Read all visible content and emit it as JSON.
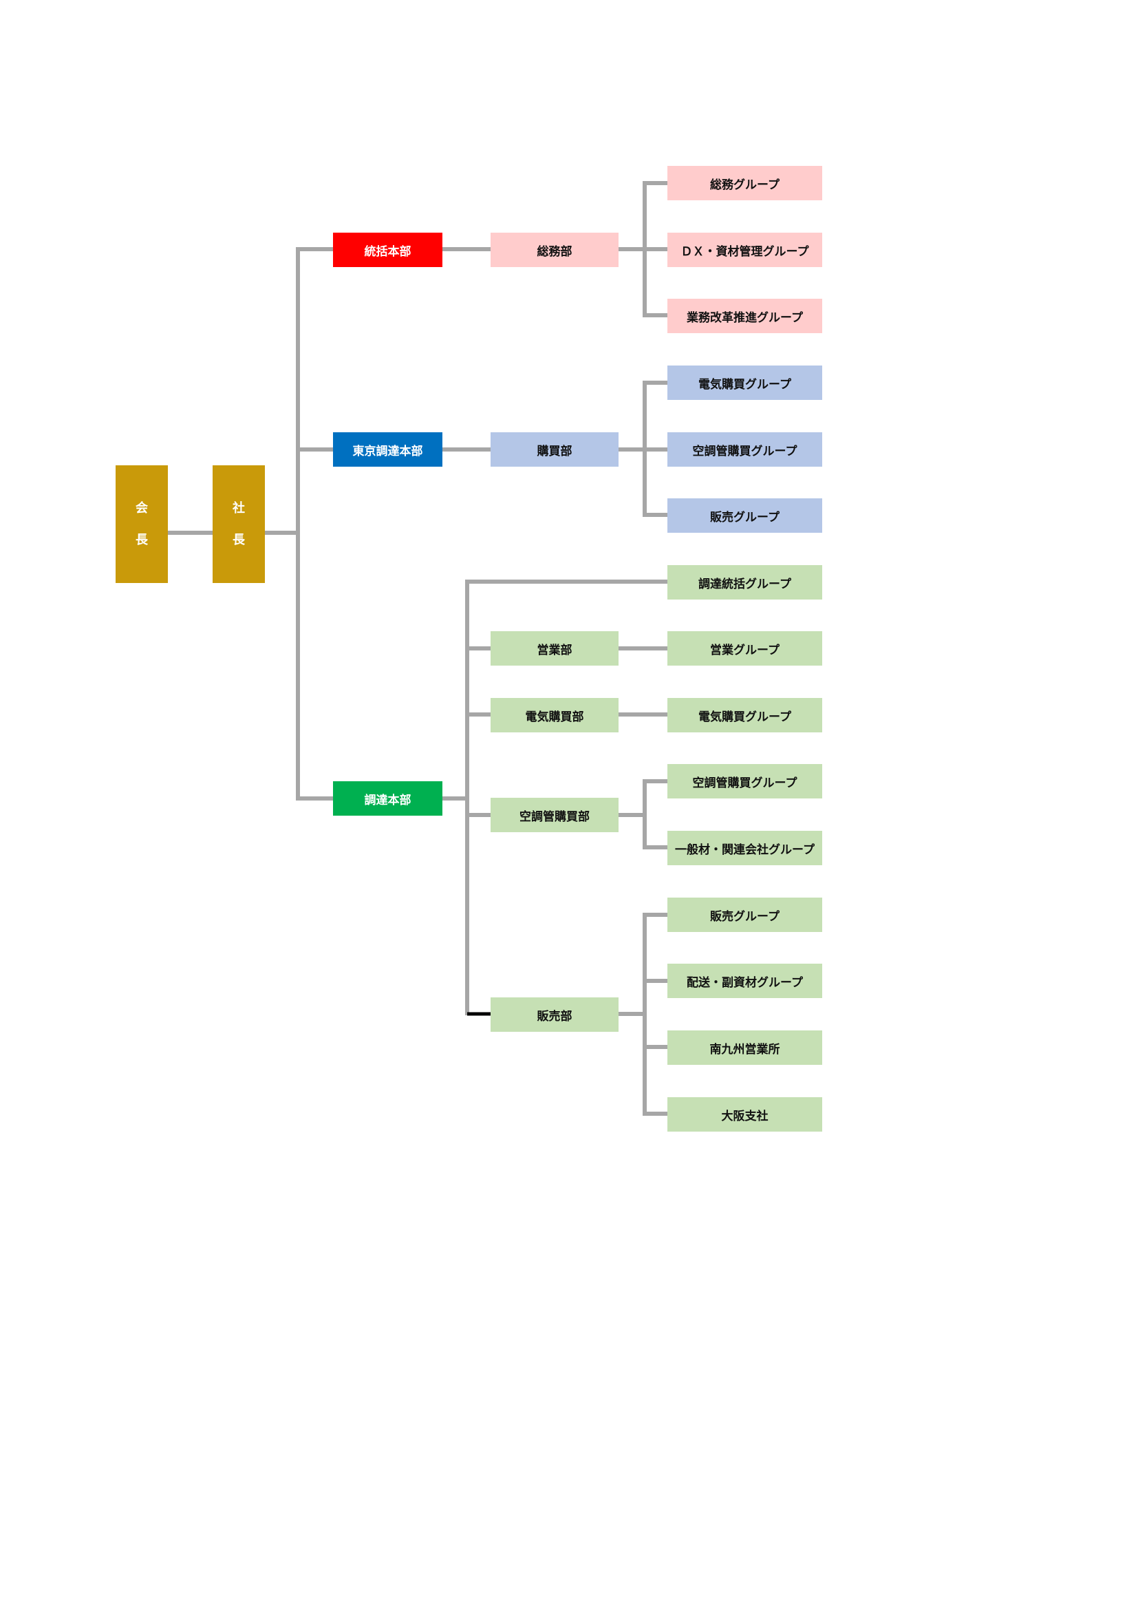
{
  "colors": {
    "executive": "#c99a0a",
    "hq_general": "#ff0000",
    "hq_tokyo": "#0070c0",
    "hq_procure": "#00b050",
    "pink": "#ffcccc",
    "blue": "#b4c6e7",
    "green": "#c6e0b4",
    "connector": "#a6a6a6",
    "connector_dark": "#000000"
  },
  "executives": {
    "chairman": [
      "会",
      "長"
    ],
    "president": [
      "社",
      "長"
    ]
  },
  "headquarters": {
    "general": "統括本部",
    "tokyo": "東京調達本部",
    "procurement": "調達本部"
  },
  "departments": {
    "general_affairs": "総務部",
    "purchasing": "購買部",
    "sales": "営業部",
    "electrical": "電気購買部",
    "aircon": "空調管購買部",
    "hanbai": "販売部"
  },
  "groups": [
    "総務グループ",
    "ＤＸ・資材管理グループ",
    "業務改革推進グループ",
    "電気購買グループ",
    "空調管購買グループ",
    "販売グループ",
    "調達統括グループ",
    "営業グループ",
    "電気購買グループ",
    "空調管購買グループ",
    "一般材・関連会社グループ",
    "販売グループ",
    "配送・副資材グループ",
    "南九州営業所",
    "大阪支社"
  ]
}
